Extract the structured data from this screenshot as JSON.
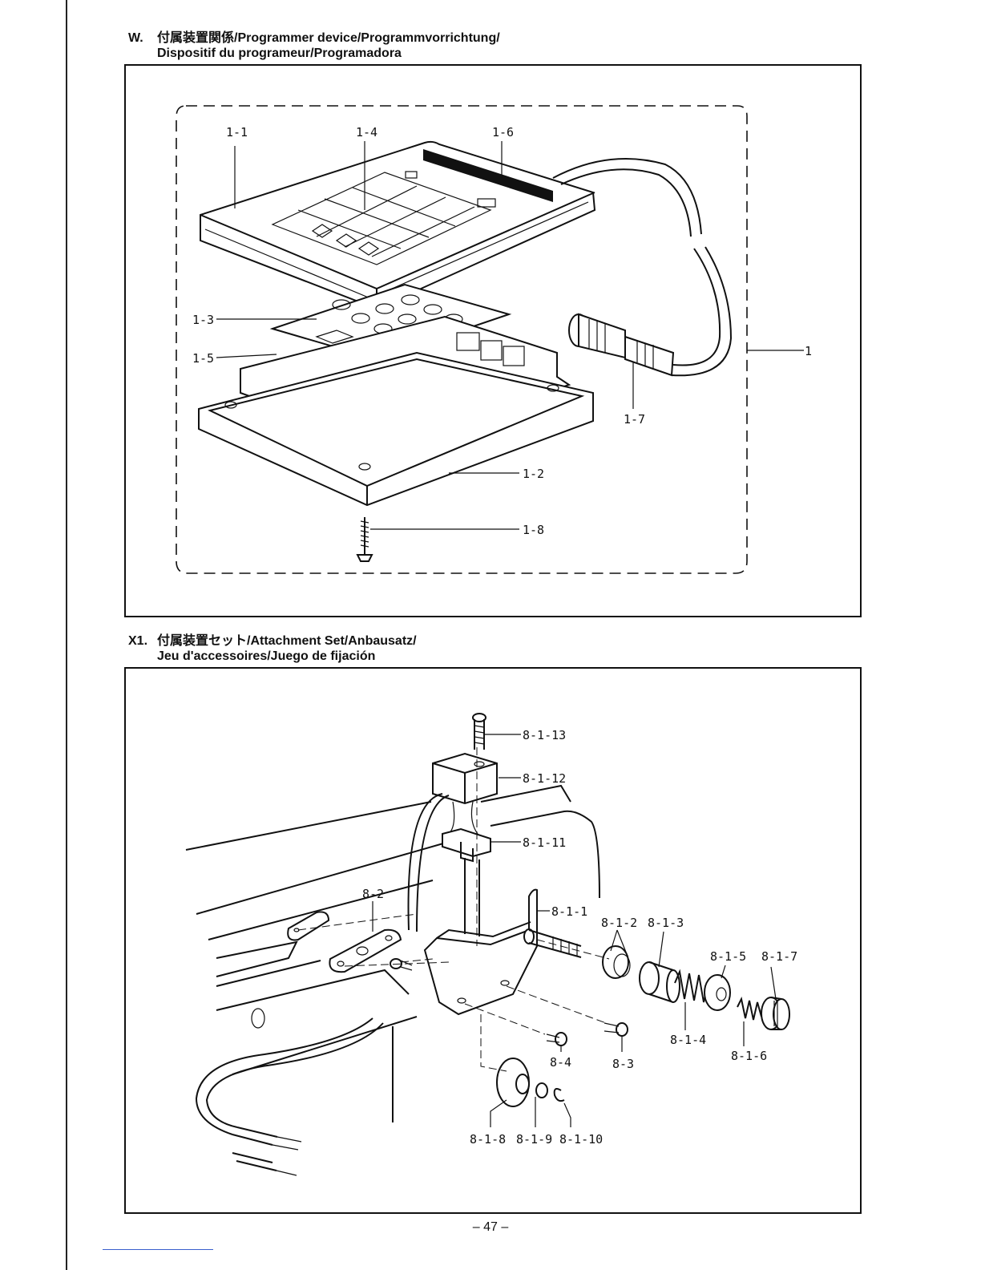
{
  "section_w": {
    "code": "W.",
    "title_line1": "付属装置関係/Programmer device/Programmvorrichtung/",
    "title_line2": "Dispositif du programeur/Programadora",
    "labels": [
      "1-1",
      "1-4",
      "1-6",
      "1-3",
      "1-5",
      "1-7",
      "1",
      "1-2",
      "1-8"
    ]
  },
  "section_x1": {
    "code": "X1.",
    "title_line1": "付属装置セット/Attachment Set/Anbausatz/",
    "title_line2": "Jeu d'accessoires/Juego de fijación",
    "labels": [
      "8-1-13",
      "8-1-12",
      "8-1-11",
      "8-2",
      "8-1-1",
      "8-1-2",
      "8-1-3",
      "8-1-5",
      "8-1-7",
      "8-1-4",
      "8-1-6",
      "8-4",
      "8-3",
      "8-1-8",
      "8-1-9",
      "8-1-10"
    ]
  },
  "page_number": "– 47 –"
}
